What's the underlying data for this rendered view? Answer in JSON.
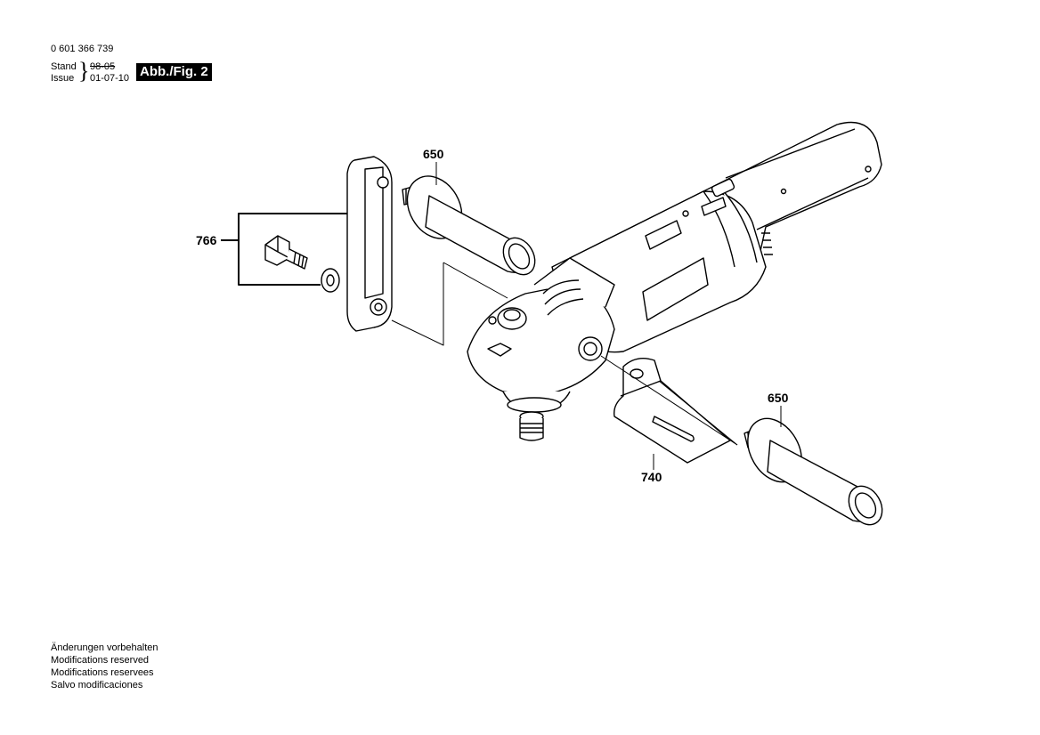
{
  "header": {
    "part_number": "0 601 366 739",
    "stand_label": "Stand",
    "issue_label": "Issue",
    "date_old": "98-05",
    "date_new": "01-07-10",
    "figure_label": "Abb./Fig. 2"
  },
  "callouts": {
    "handle_top": "650",
    "handle_right": "650",
    "bracket_group": "766",
    "guard_plate": "740"
  },
  "notes": [
    "Änderungen vorbehalten",
    "Modifications reserved",
    "Modifications reservees",
    "Salvo modificaciones"
  ]
}
